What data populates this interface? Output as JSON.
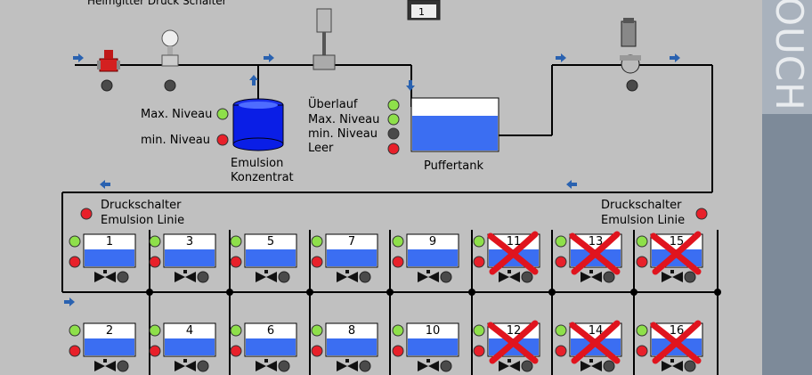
{
  "header": {
    "top_label": "Heimgitter Druck Schalter",
    "counter_value": "1"
  },
  "side_logo": "OUCH",
  "concentrate": {
    "label_max": "Max. Niveau",
    "label_min": "min. Niveau",
    "tank_label_1": "Emulsion",
    "tank_label_2": "Konzentrat"
  },
  "puffer": {
    "label_overflow": "Überlauf",
    "label_max": "Max. Niveau",
    "label_min": "min. Niveau",
    "label_empty": "Leer",
    "tank_label": "Puffertank"
  },
  "pressure_left": {
    "line1": "Druckschalter",
    "line2": "Emulsion Linie"
  },
  "pressure_right": {
    "line1": "Druckschalter",
    "line2": "Emulsion Linie"
  },
  "machines_top": [
    {
      "number": "1",
      "disabled": false
    },
    {
      "number": "3",
      "disabled": false
    },
    {
      "number": "5",
      "disabled": false
    },
    {
      "number": "7",
      "disabled": false
    },
    {
      "number": "9",
      "disabled": false
    },
    {
      "number": "11",
      "disabled": true
    },
    {
      "number": "13",
      "disabled": true
    },
    {
      "number": "15",
      "disabled": true
    }
  ],
  "machines_bottom": [
    {
      "number": "2",
      "disabled": false
    },
    {
      "number": "4",
      "disabled": false
    },
    {
      "number": "6",
      "disabled": false
    },
    {
      "number": "8",
      "disabled": false
    },
    {
      "number": "10",
      "disabled": false
    },
    {
      "number": "12",
      "disabled": true
    },
    {
      "number": "14",
      "disabled": true
    },
    {
      "number": "16",
      "disabled": true
    }
  ],
  "colors": {
    "panel": "#c0c0c0",
    "water": "#3b6ef2",
    "led_green": "#8ee04a",
    "led_red": "#e8202a",
    "led_gray": "#4a4a4a",
    "arrow": "#2a62b0",
    "cross": "#e0141e"
  }
}
